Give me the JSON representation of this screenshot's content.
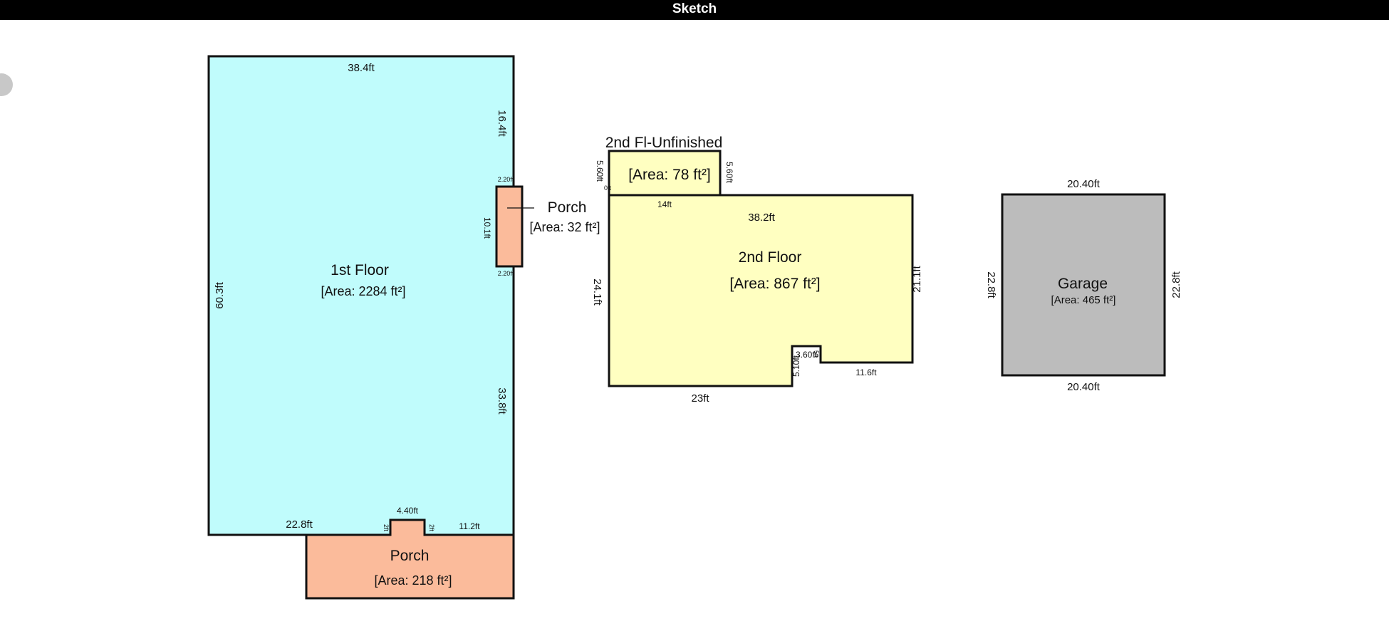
{
  "header": {
    "title": "Sketch"
  },
  "colors": {
    "first_floor_fill": "#c0fcfc",
    "porch_fill": "#fbbb9b",
    "second_floor_fill": "#ffffc1",
    "garage_fill": "#bcbcbc",
    "outline": "#111111"
  },
  "rooms": {
    "first_floor": {
      "name": "1st Floor",
      "area": "[Area: 2284 ft²]"
    },
    "porch_small": {
      "name": "Porch",
      "area": "[Area: 32 ft²]"
    },
    "porch_bottom": {
      "name": "Porch",
      "area": "[Area: 218 ft²]"
    },
    "second_unfinished": {
      "name": "2nd Fl-Unfinished",
      "area": "[Area: 78 ft²]"
    },
    "second_floor": {
      "name": "2nd Floor",
      "area": "[Area: 867 ft²]"
    },
    "garage": {
      "name": "Garage",
      "area": "[Area: 465 ft²]"
    }
  },
  "dimensions": {
    "first_floor": {
      "top": "38.4ft",
      "left": "60.3ft",
      "right_upper": "16.4ft",
      "right_lower": "33.8ft",
      "bottom_left": "22.8ft",
      "bottom_right": "11.2ft",
      "bump_top": "4.40ft",
      "bump_left": "2ft",
      "bump_right": "2ft"
    },
    "porch_small": {
      "height": "10.1ft",
      "top_stub": "2.20ft",
      "bottom_stub": "2.20ft"
    },
    "second_unfinished": {
      "left": "5.60ft",
      "right": "5.60ft",
      "corner": "0ft"
    },
    "second_floor": {
      "top_left": "14ft",
      "top": "38.2ft",
      "left": "24.1ft",
      "right": "21.1ft",
      "bottom": "23ft",
      "notch_top": "3.60ft",
      "notch_left": "5.10ft",
      "notch_right": "5ft",
      "bottom_right": "11.6ft"
    },
    "garage": {
      "top": "20.40ft",
      "bottom": "20.40ft",
      "left": "22.8ft",
      "right": "22.8ft"
    }
  }
}
